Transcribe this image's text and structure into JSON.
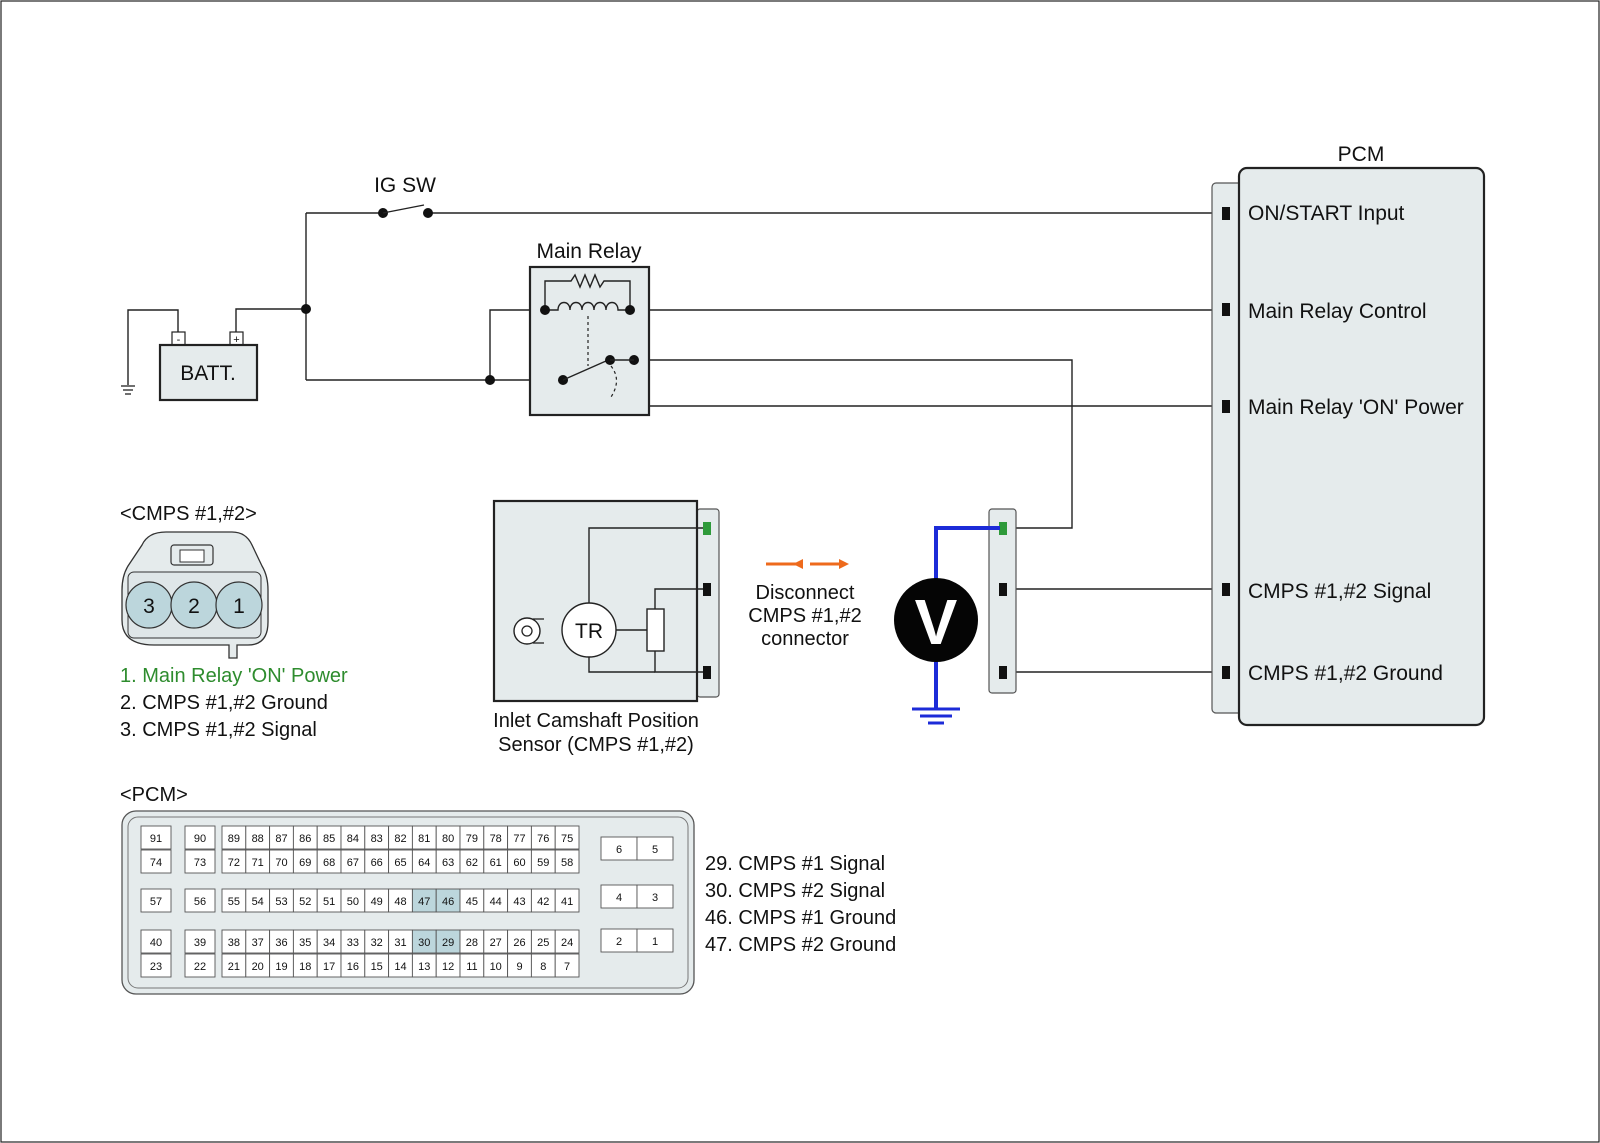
{
  "colors": {
    "line": "#222222",
    "panel_fill": "#e5ebec",
    "pin_highlight": "#bcd6dc",
    "meter_wire": "#1c2bd8",
    "arrow": "#ee6a1c",
    "pin_power": "#2e9a3a",
    "legend_power_text": "#2e8c2e"
  },
  "labels": {
    "ig_sw": "IG SW",
    "main_relay": "Main Relay",
    "battery": "BATT.",
    "battery_minus": "-",
    "battery_plus": "+",
    "pcm_title": "PCM",
    "meter": "V",
    "sensor_element": "TR",
    "sensor_caption_line1": "Inlet Camshaft Position",
    "sensor_caption_line2": "Sensor (CMPS #1,#2)",
    "instruction_line1": "Disconnect",
    "instruction_line2": "CMPS #1,#2",
    "instruction_line3": "connector"
  },
  "pcm_terminals": [
    "ON/START Input",
    "Main Relay Control",
    "Main Relay 'ON' Power",
    "CMPS #1,#2 Signal",
    "CMPS #1,#2 Ground"
  ],
  "cmps_connector": {
    "title": "<CMPS #1,#2>",
    "pins": [
      "3",
      "2",
      "1"
    ],
    "legend": [
      "1. Main Relay 'ON' Power",
      "2. CMPS #1,#2 Ground",
      "3. CMPS #1,#2 Signal"
    ]
  },
  "pcm_connector": {
    "title": "<PCM>",
    "highlighted_pins": [
      "29",
      "30",
      "46",
      "47"
    ],
    "legend": [
      "29. CMPS #1 Signal",
      "30. CMPS #2 Signal",
      "46. CMPS #1 Ground",
      "47. CMPS #2 Ground"
    ]
  }
}
